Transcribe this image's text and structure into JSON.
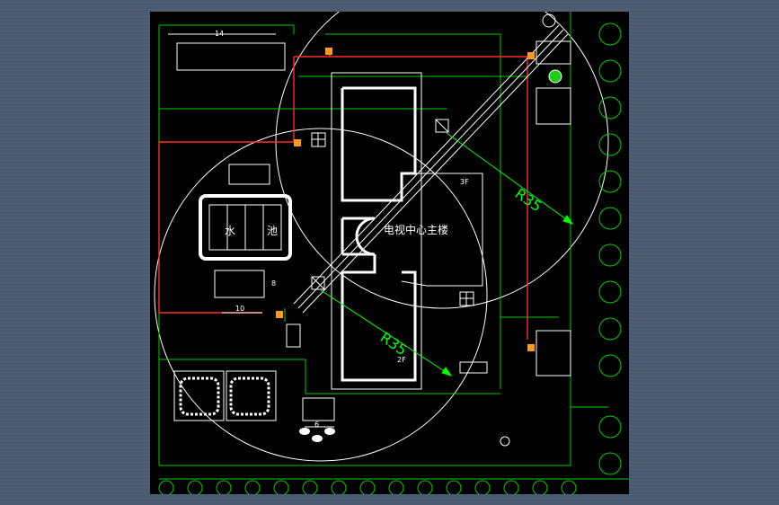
{
  "labels": {
    "main_building": "电视中心主楼",
    "pool_left": "水",
    "pool_right": "池",
    "radius_top": "R35",
    "radius_bottom": "R35",
    "floor_3f": "3F",
    "floor_2f": "2F",
    "dim_14": "14",
    "dim_10": "10",
    "dim_6": "6",
    "dim_8": "8"
  },
  "colors": {
    "background": "#000000",
    "wall": "#ffffff",
    "temp_road": "#00ff00",
    "fire_pipe": "#ff2a2a",
    "crane_radius_text": "#00ff00"
  }
}
